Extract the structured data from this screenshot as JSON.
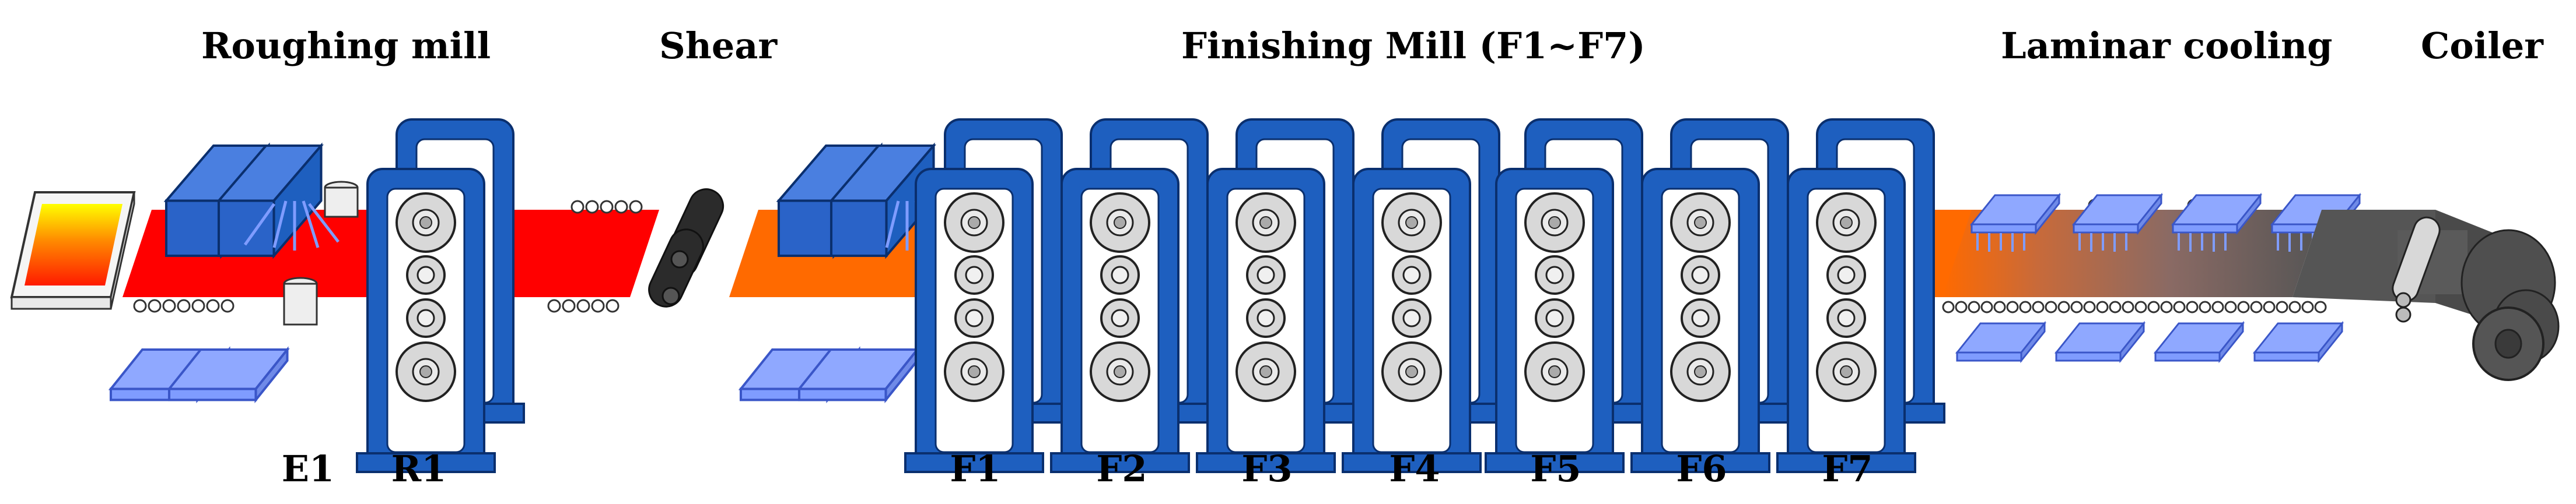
{
  "sections": {
    "roughing_mill": "Roughing mill",
    "shear": "Shear",
    "finishing_mill": "Finishing Mill (F1~F7)",
    "laminar_cooling": "Laminar cooling",
    "coiler": "Coiler"
  },
  "stands": [
    "E1",
    "R1",
    "F1",
    "F2",
    "F3",
    "F4",
    "F5",
    "F6",
    "F7"
  ],
  "colors": {
    "hot_strip": "#ff0000",
    "finishing_strip": "#ff6a00",
    "stand_frame": "#1e5fbf",
    "stand_frame_dark": "#0c3d8c",
    "roll": "#cfcfcf",
    "cooled_strip": "#555555",
    "cooling_header": "#7f9cff"
  }
}
